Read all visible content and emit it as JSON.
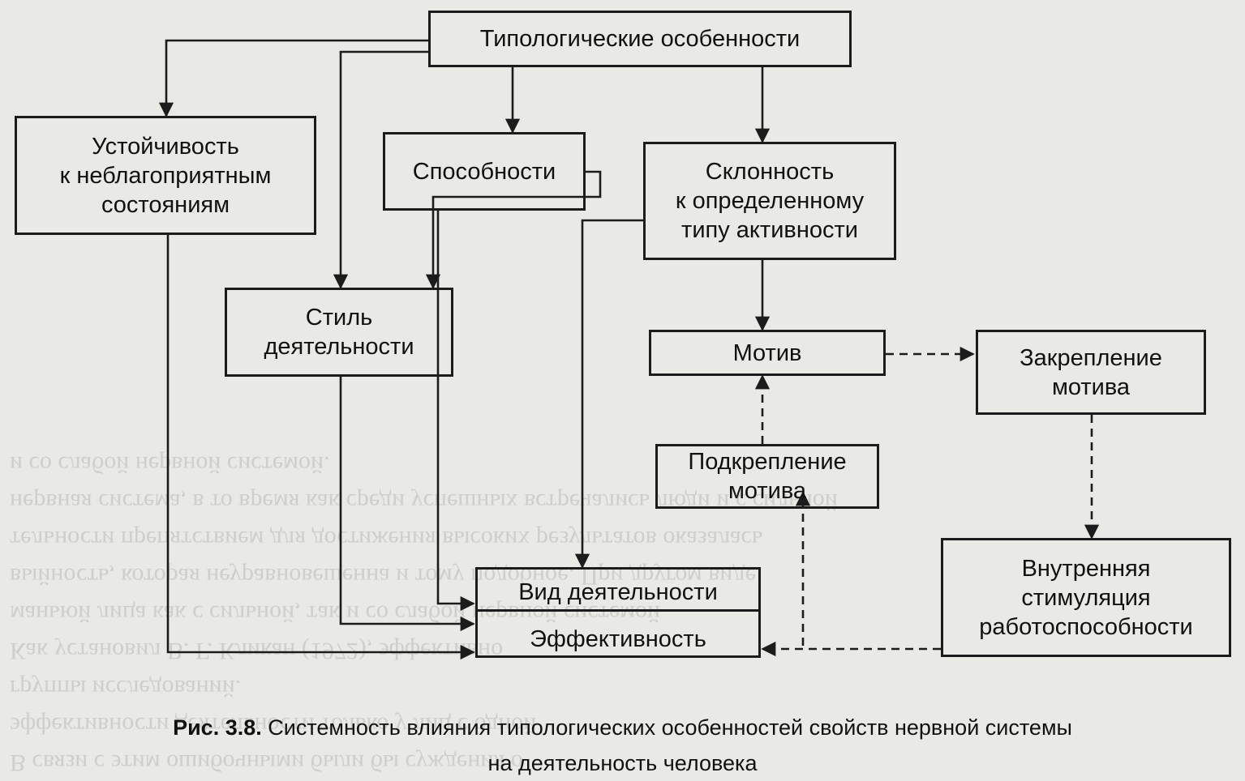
{
  "boxes": {
    "typological": {
      "label": "Типологические особенности"
    },
    "stability": {
      "lines": [
        "Устойчивость",
        "к неблагоприятным",
        "состояниям"
      ]
    },
    "abilities": {
      "label": "Способности"
    },
    "tendency": {
      "lines": [
        "Склонность",
        "к определенному",
        "типу активности"
      ]
    },
    "style": {
      "lines": [
        "Стиль",
        "деятельности"
      ]
    },
    "motive": {
      "label": "Мотив"
    },
    "fixation": {
      "lines": [
        "Закрепление",
        "мотива"
      ]
    },
    "reinforcement": {
      "lines": [
        "Подкрепление",
        "мотива"
      ]
    },
    "activity_type": {
      "label": "Вид деятельности"
    },
    "efficiency": {
      "label": "Эффективность"
    },
    "inner_stimulation": {
      "lines": [
        "Внутренняя",
        "стимуляция",
        "работоспособности"
      ]
    }
  },
  "caption": {
    "prefix": "Рис. 3.8.",
    "line1": "Системность влияния типологических особенностей свойств нервной системы",
    "line2": "на деятельность человека"
  },
  "background_text": [
    "В связи с этим ошибочными были бы суждения о",
    "эффективности деятельности только у лиц с одной",
    "группы исследований.",
    "Как установил В. Г. Кликан (1972), эффективно",
    "маньюй лица как с сильной, так и со слабой нервной системой",
    "выйность, которая неуравновешенна и тому подобное. При другом виде",
    "тельности препятствием для достижения высоких результатов оказалась",
    "нервная система, в то время как среди успешных встречались люди и с сильной",
    "и со слабой нервной системой."
  ],
  "colors": {
    "ink": "#1c1c1c",
    "paper": "#e9e9e6",
    "ghost": "#b8b8b4"
  }
}
